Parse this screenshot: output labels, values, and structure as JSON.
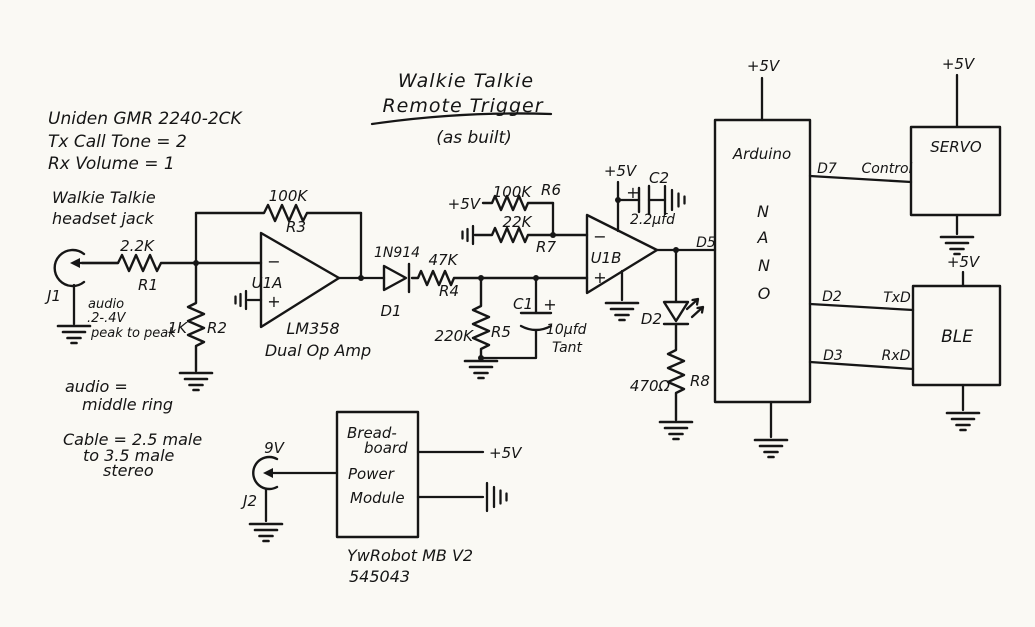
{
  "title": {
    "line1": "Walkie Talkie",
    "line2": "Remote Trigger",
    "line3": "(as built)"
  },
  "notes": {
    "radio": {
      "line1": "Uniden GMR 2240-2CK",
      "line2": "Tx Call Tone = 2",
      "line3": "Rx Volume  = 1"
    },
    "jack": {
      "line1": "Walkie Talkie",
      "line2": "headset jack"
    },
    "audio_level": {
      "line1": "audio",
      "line2": ".2-.4V",
      "line3": "peak to peak"
    },
    "audio_ring": {
      "line1": "audio =",
      "line2": "middle ring"
    },
    "cable": {
      "line1": "Cable = 2.5 male",
      "line2": "to 3.5 male",
      "line3": "stereo"
    }
  },
  "power": {
    "v5": "+5V",
    "v9": "9V"
  },
  "parts": {
    "j1": "J1",
    "j2": "J2",
    "r1": {
      "value": "2.2K",
      "ref": "R1"
    },
    "r2": {
      "value": "1K",
      "ref": "R2"
    },
    "r3": {
      "value": "100K",
      "ref": "R3"
    },
    "r4": {
      "value": "47K",
      "ref": "R4"
    },
    "r5": {
      "value": "220K",
      "ref": "R5"
    },
    "r6": {
      "value": "100K",
      "ref": "R6"
    },
    "r7": {
      "value": "22K",
      "ref": "R7"
    },
    "r8": {
      "value": "470Ω",
      "ref": "R8"
    },
    "c1": {
      "ref": "C1",
      "polarity": "+",
      "value": "10µfd",
      "value2": "Tant"
    },
    "c2": {
      "ref": "C2",
      "polarity": "+",
      "value": "2.2µfd"
    },
    "d1": {
      "type": "1N914",
      "ref": "D1"
    },
    "d2": {
      "ref": "D2"
    },
    "u1a": {
      "ref": "U1A",
      "minus": "−",
      "plus": "+"
    },
    "u1b": {
      "ref": "U1B",
      "minus": "−",
      "plus": "+"
    },
    "opamp": {
      "line1": "LM358",
      "line2": "Dual Op Amp"
    }
  },
  "arduino": {
    "title": "Arduino",
    "n1": "N",
    "n2": "A",
    "n3": "N",
    "n4": "O",
    "d7": "D7",
    "d5": "D5",
    "d2": "D2",
    "d3": "D3"
  },
  "servo": {
    "label": "SERVO",
    "control": "Control"
  },
  "ble": {
    "label": "BLE",
    "txd": "TxD",
    "rxd": "RxD"
  },
  "power_module": {
    "line1": "Bread-",
    "line2": "board",
    "line3": "Power",
    "line4": "Module",
    "model1": "YwRobot MB V2",
    "model2": "545043"
  }
}
